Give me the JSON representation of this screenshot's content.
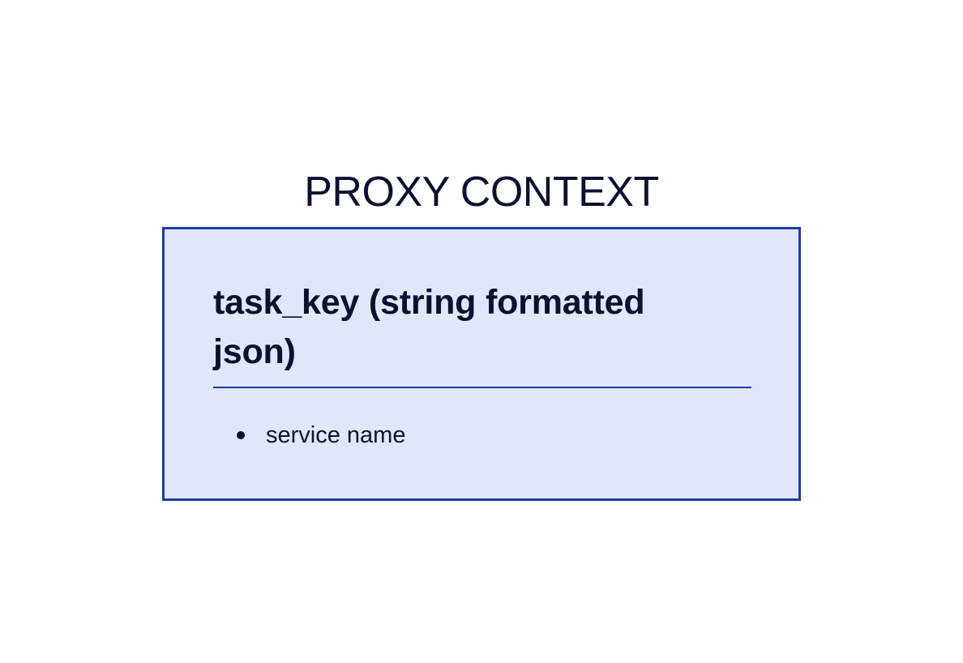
{
  "diagram": {
    "title": "PROXY CONTEXT",
    "card": {
      "heading": "task_key (string formatted json)",
      "fields": [
        "service name"
      ]
    },
    "colors": {
      "box_fill": "#e1e7f8",
      "box_border": "#1a3aa8",
      "text": "#0b1130"
    }
  }
}
